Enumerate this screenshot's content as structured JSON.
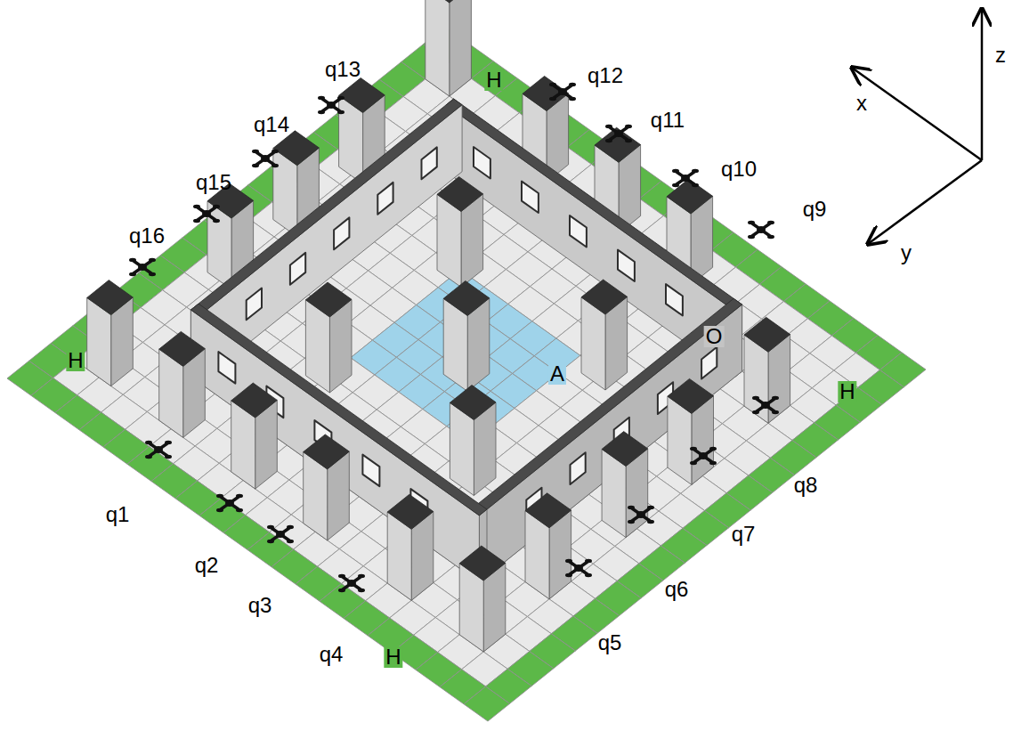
{
  "diagram": {
    "labels": [
      "q13",
      "q12",
      "H",
      "x",
      "z",
      "q14",
      "q11",
      "q15",
      "q10",
      "q9",
      "y",
      "q16",
      "H",
      "O",
      "A",
      "H",
      "q1",
      "q8",
      "q2",
      "q7",
      "q3",
      "q6",
      "q4",
      "q5",
      "H"
    ]
  }
}
